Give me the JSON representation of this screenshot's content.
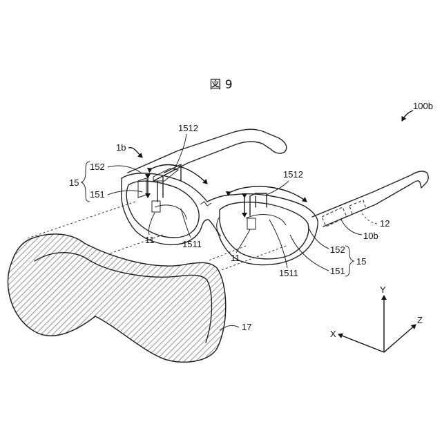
{
  "figure": {
    "title": "図 9",
    "labels": {
      "device": "100b",
      "glasses": "1b",
      "guide_left": "1512",
      "guide_right": "1512",
      "holder_left": "152",
      "holder_right": "152",
      "group_left": "15",
      "group_right": "15",
      "lens_left": "151",
      "lens_right": "151",
      "sub_left": "1511",
      "sub_right": "1511",
      "display_left": "11",
      "display_right": "11",
      "controller": "12",
      "unit": "10b",
      "mask": "17"
    },
    "axes": {
      "x": "X",
      "y": "Y",
      "z": "Z"
    }
  }
}
